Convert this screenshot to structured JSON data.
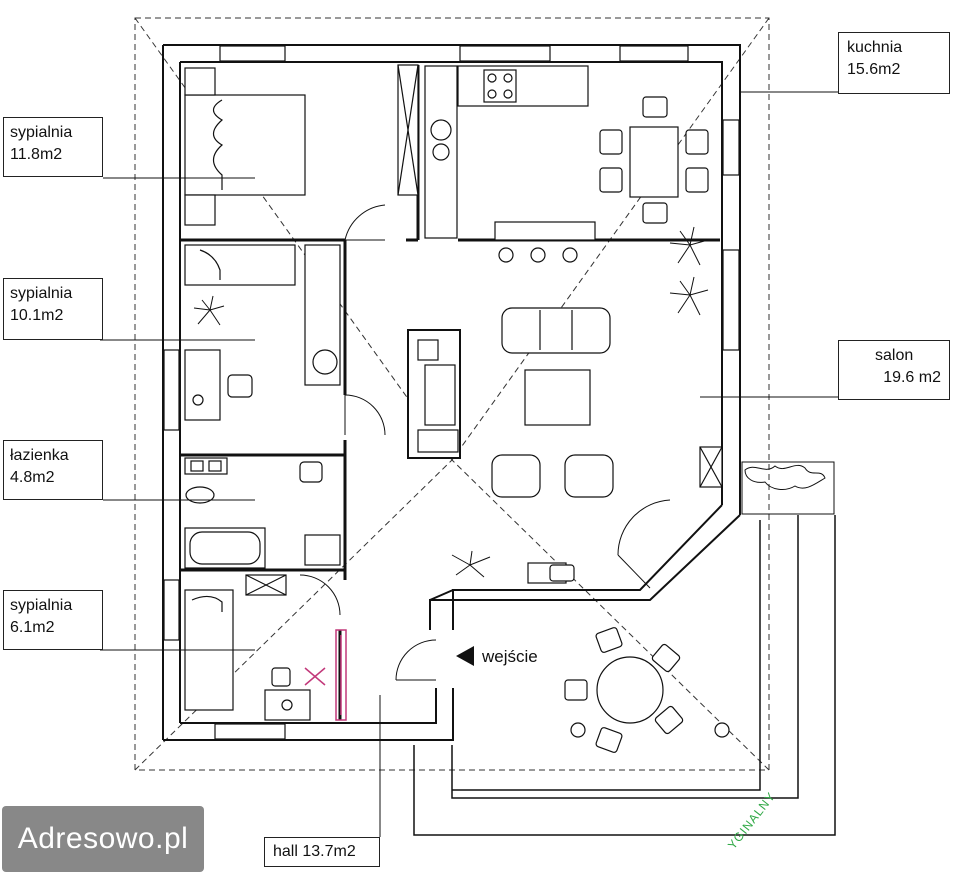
{
  "rooms": {
    "kuchnia": {
      "name": "kuchnia",
      "area": "15.6m2"
    },
    "sypialnia_1": {
      "name": "sypialnia",
      "area": "11.8m2"
    },
    "sypialnia_2": {
      "name": "sypialnia",
      "area": "10.1m2"
    },
    "lazienka": {
      "name": "łazienka",
      "area": "4.8m2"
    },
    "sypialnia_3": {
      "name": "sypialnia",
      "area": "6.1m2"
    },
    "salon": {
      "name": "salon",
      "area": "19.6 m2"
    },
    "hall": {
      "label": "hall 13.7m2"
    }
  },
  "entrance": {
    "label": "wejście"
  },
  "watermark": "Adresowo.pl",
  "stamp": "YGINALNY",
  "colors": {
    "line": "#222222",
    "door_highlight": "#c2387a",
    "watermark_bg": "#6e6e6e",
    "stamp": "#2fa845"
  }
}
